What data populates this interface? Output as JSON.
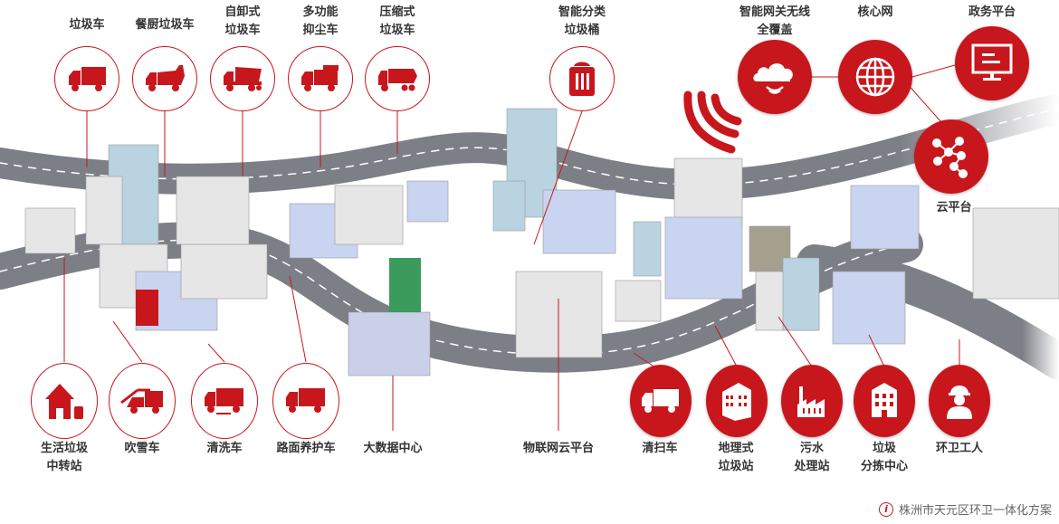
{
  "colors": {
    "accent": "#c8161d",
    "road": "#7d7f86",
    "label": "#333333"
  },
  "top_vehicles": [
    {
      "label": "垃圾车",
      "icon": "truck-icon"
    },
    {
      "label": "餐厨垃圾车",
      "icon": "kitchen-waste-truck-icon"
    },
    {
      "label1": "自卸式",
      "label2": "垃圾车",
      "icon": "dump-truck-icon"
    },
    {
      "label1": "多功能",
      "label2": "抑尘车",
      "icon": "dust-suppression-truck-icon"
    },
    {
      "label1": "压缩式",
      "label2": "垃圾车",
      "icon": "compactor-truck-icon"
    }
  ],
  "smart_bin": {
    "label1": "智能分类",
    "label2": "垃圾桶",
    "icon": "trash-bin-icon"
  },
  "network": {
    "gateway": {
      "label1": "智能网关无线",
      "label2": "全覆盖",
      "icon": "cloud-wireless-icon"
    },
    "core": {
      "label": "核心网",
      "icon": "globe-icon"
    },
    "gov": {
      "label": "政务平台",
      "icon": "monitor-icon"
    },
    "cloud": {
      "label": "云平台",
      "icon": "network-nodes-icon"
    }
  },
  "bottom_left": [
    {
      "label1": "生活垃圾",
      "label2": "中转站",
      "icon": "house-bin-icon"
    },
    {
      "label": "吹雪车",
      "icon": "snow-blower-truck-icon"
    },
    {
      "label": "清洗车",
      "icon": "washing-truck-icon"
    },
    {
      "label": "路面养护车",
      "icon": "road-maintenance-truck-icon"
    }
  ],
  "bigdata": {
    "label": "大数据中心"
  },
  "iot": {
    "label": "物联网云平台"
  },
  "bottom_right": [
    {
      "label": "清扫车",
      "icon": "sweeper-truck-icon"
    },
    {
      "label1": "地理式",
      "label2": "垃圾站",
      "icon": "building-icon"
    },
    {
      "label1": "污水",
      "label2": "处理站",
      "icon": "factory-icon"
    },
    {
      "label1": "垃圾",
      "label2": "分拣中心",
      "icon": "sorting-center-icon"
    },
    {
      "label": "环卫工人",
      "icon": "worker-icon"
    }
  ],
  "footer": {
    "info_icon": "i",
    "text": "株洲市天元区环卫一体化方案"
  }
}
